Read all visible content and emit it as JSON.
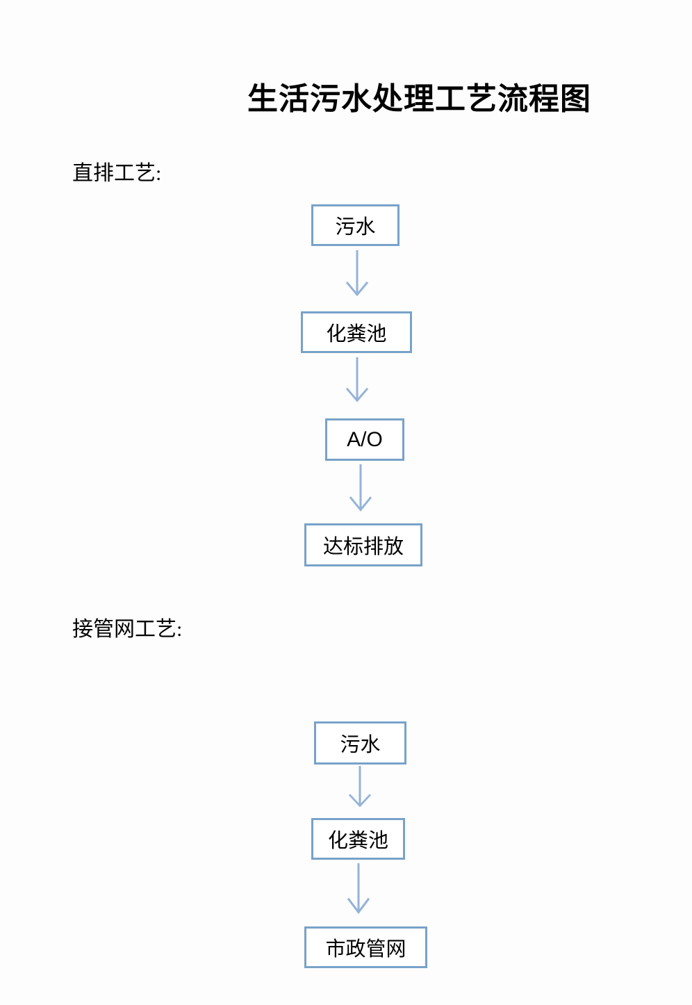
{
  "title": "生活污水处理工艺流程图",
  "colors": {
    "box_border": "#78a2c8",
    "arrow": "#95b3d7",
    "text": "#000000",
    "page_bg": "#fdfdfd"
  },
  "flows": [
    {
      "label": "直排工艺:",
      "nodes": [
        "污水",
        "化粪池",
        "A/O",
        "达标排放"
      ]
    },
    {
      "label": "接管网工艺:",
      "nodes": [
        "污水",
        "化粪池",
        "市政管网"
      ]
    }
  ]
}
